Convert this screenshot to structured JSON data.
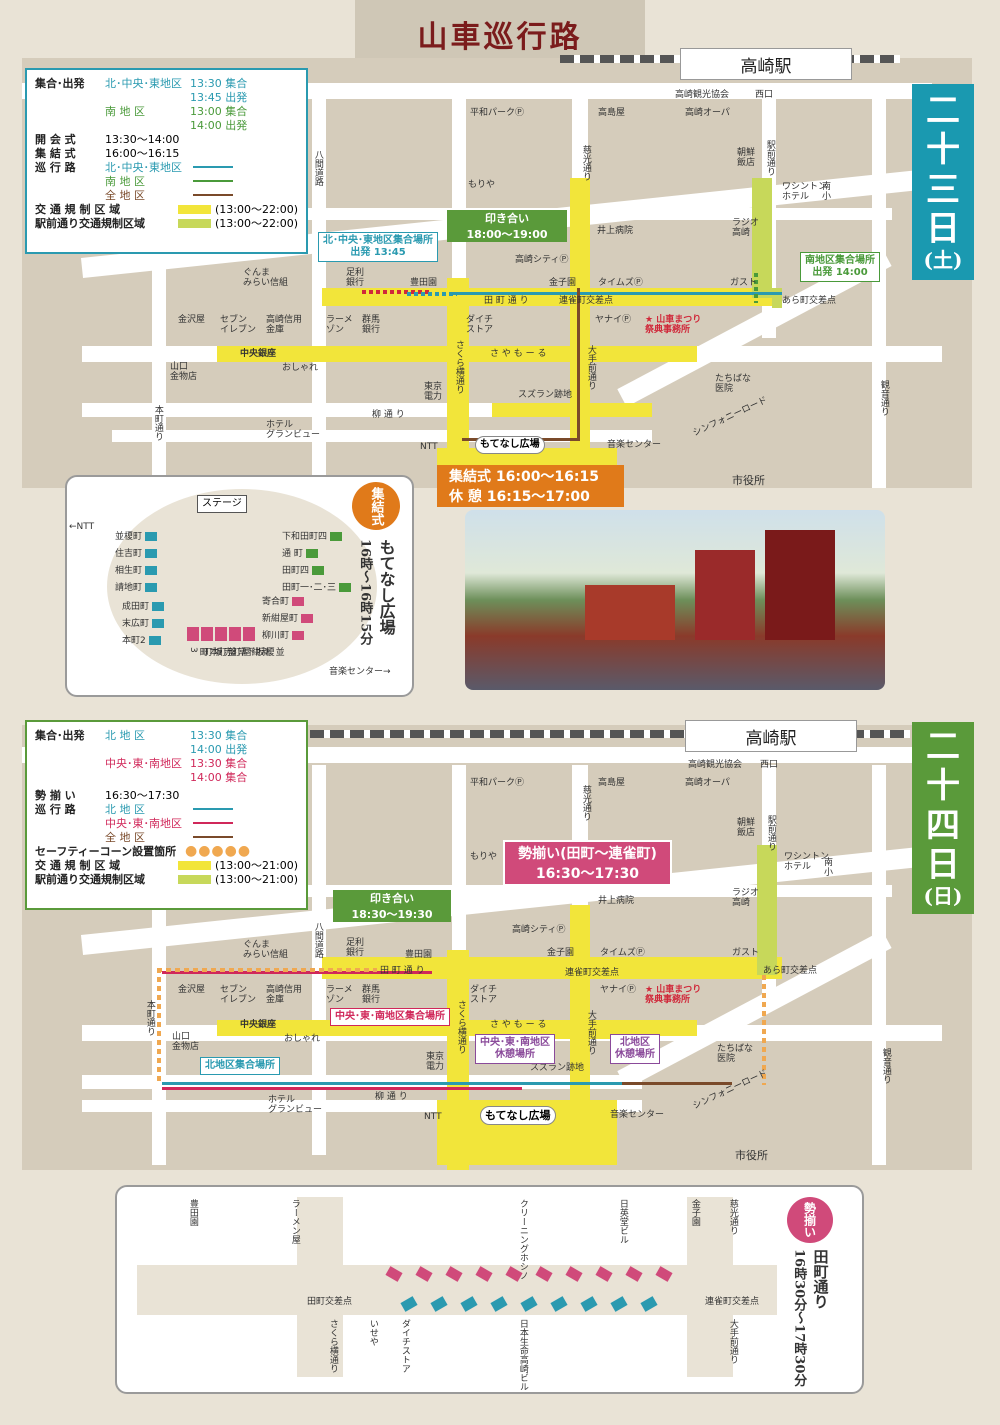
{
  "title": "山車巡行路",
  "colors": {
    "north_central_east": "#2a9ab0",
    "south": "#4a9a3a",
    "all": "#7a4a2a",
    "restriction": "#f2e53a",
    "station_front": "#c7d85a",
    "day1": "#1a99b0",
    "day2": "#5a9a3a",
    "kishin": "#d04a7a",
    "gathering": "#e07a1a"
  },
  "map1": {
    "station": "高崎駅",
    "legend": {
      "r1k": "集合･出発",
      "r1a": "北･中央･東地区",
      "r1b": "13:30 集合",
      "r1c": "13:45 出発",
      "r2a": "南 地 区",
      "r2b": "13:00 集合",
      "r2c": "14:00 出発",
      "r3k": "開 会 式",
      "r3v": "13:30～14:00",
      "r4k": "集 結 式",
      "r4v": "16:00～16:15",
      "r5k": "巡 行 路",
      "r5a": "北･中央･東地区",
      "r5b": "南 地 区",
      "r5c": "全 地 区",
      "r6k": "交 通 規 制 区 域",
      "r6v": "(13:00～22:00)",
      "r7k": "駅前通り交通規制区域",
      "r7v": "(13:00～22:00)"
    },
    "day_label": [
      "二",
      "十",
      "三",
      "日",
      "(土)"
    ],
    "callout_hikiai": [
      "印き合い",
      "18:00～19:00"
    ],
    "callout_shuketsu": [
      "集結式  16:00～16:15",
      "休  憩  16:15～17:00"
    ],
    "tag_north": [
      "北･中央･東地区集合場所",
      "出発 13:45"
    ],
    "tag_south": [
      "南地区集合場所",
      "出発 14:00"
    ],
    "labels": {
      "kanko": "高崎観光協会",
      "nishiguchi": "西口",
      "heiwa": "平和パークⓅ",
      "takashimaya": "高島屋",
      "takasaki_opa": "高崎オーパ",
      "chosen": "朝鮮\n飯店",
      "washington": "ワシントン\nホテル",
      "minamisho": "南\n小",
      "moriya": "もりや",
      "radio": "ラジオ\n高崎",
      "inoue": "井上病院",
      "takasaki_city": "高崎シティⓅ",
      "kinkoen": "金子園",
      "times": "タイムズⓅ",
      "gust": "ガスト",
      "gunma": "ぐんま\nみらい信組",
      "ashikaga": "足利\n銀行",
      "toyotaen": "豊田園",
      "tamachi": "田 町 通 り",
      "renjaku": "連雀町交差点",
      "aramachi": "あら町交差点",
      "kinzawaya": "金沢屋",
      "seven": "セブン\nイレブン",
      "shinkin": "高崎信用\n金庫",
      "ramen": "ラーメ\nゾン",
      "gunmabank": "群馬\n銀行",
      "daichi": "ダイチ\nストア",
      "yanai": "ヤナイⓅ",
      "jimusho": "★ 山車まつり\n祭典事務所",
      "chuo_ginza": "中央銀座",
      "sayamoru": "さ や も ー る",
      "oshare": "おしゃれ",
      "yamaguchi": "山口\n金物店",
      "tokyo_denryoku": "東京\n電力",
      "suzuran": "スズラン跡地",
      "tachibana": "たちばな\n医院",
      "yanagi": "柳 通 り",
      "hotel": "ホテル\nグランビュー",
      "ntt": "NTT",
      "motenashi": "もてなし広場",
      "ongaku": "音楽センター",
      "shiyakusho": "市役所",
      "symphony": "シンフォニーロード",
      "v_hachiken": "八間道路",
      "v_jiko": "慈光通り",
      "v_ekimae": "駅前通り",
      "v_sakura": "さくら横通り",
      "v_ote": "大手前通り",
      "v_honmachi": "本町通り",
      "v_kannon": "観音通り"
    }
  },
  "plaza": {
    "stage": "ステージ",
    "ntt": "←NTT",
    "ongaku": "音楽センター→",
    "left": [
      "並榎町",
      "住吉町",
      "相生町",
      "請地町"
    ],
    "left_bottom": [
      "成田町",
      "末広町",
      "本町2"
    ],
    "bottom": [
      "本町3",
      "赤坂町",
      "常盤町",
      "新紺屋町",
      "並榎坂下"
    ],
    "right": [
      "下和田町四",
      "通 町",
      "田町四",
      "田町一･二･三"
    ],
    "right_bottom": [
      "寄合町",
      "新紺屋町",
      "柳川町"
    ],
    "badge": "集結式",
    "title": "もてなし広場",
    "time": "16時～16時15分"
  },
  "map2": {
    "station": "高崎駅",
    "legend": {
      "r1k": "集合･出発",
      "r1a": "北 地 区",
      "r1b": "13:30 集合",
      "r1c": "14:00 出発",
      "r2a": "中央･東･南地区",
      "r2b": "13:30 集合",
      "r2c": "14:00 集合",
      "r3k": "勢 揃 い",
      "r3v": "16:30～17:30",
      "r4k": "巡 行 路",
      "r4a": "北 地 区",
      "r4b": "中央･東･南地区",
      "r4c": "全 地 区",
      "r5k": "セーフティーコーン設置箇所",
      "r6k": "交 通 規 制 区 域",
      "r6v": "(13:00～21:00)",
      "r7k": "駅前通り交通規制区域",
      "r7v": "(13:00～21:00)"
    },
    "day_label": [
      "二",
      "十",
      "四",
      "日",
      "(日)"
    ],
    "callout_hikiai": [
      "印き合い",
      "18:30～19:30"
    ],
    "callout_seizoroi": [
      "勢揃い(田町～連雀町)",
      "16:30～17:30"
    ],
    "tag_central": "中央･東･南地区集合場所",
    "tag_north": "北地区集合場所",
    "tag_rest_c": [
      "中央･東･南地区",
      "休憩場所"
    ],
    "tag_rest_n": [
      "北地区",
      "休憩場所"
    ]
  },
  "bottom": {
    "tags_top": [
      "豊田園",
      "ラーメン屋",
      "クリーニングホシノ",
      "日英堂ビル",
      "金子園",
      "慈光通り"
    ],
    "tags_bottom": [
      "さくら横通り",
      "いせや",
      "ダイチストア",
      "日本生命高崎ビル",
      "大手前通り"
    ],
    "left_cross": "田町交差点",
    "right_cross": "連雀町交差点",
    "badge": "勢揃い",
    "title": "田町通り",
    "time": "16時30分～17時30分"
  }
}
